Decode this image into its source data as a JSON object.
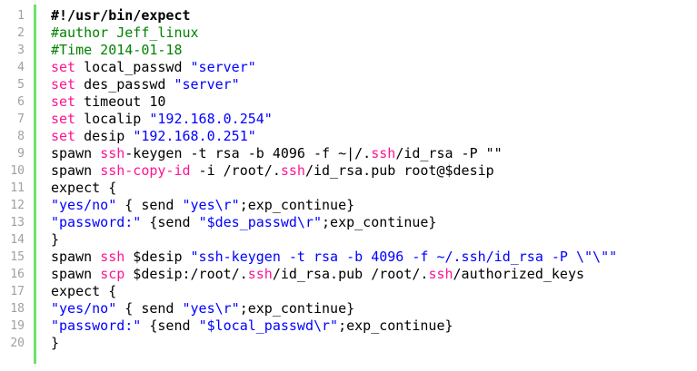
{
  "colors": {
    "comment": "#008200",
    "keyword": "#ff1493",
    "string": "#0000ff",
    "plain": "#000000",
    "line_number": "#a0a0a0",
    "gutter_bar": "#6ce26c"
  },
  "lines": [
    {
      "n": "1",
      "bold": true,
      "tokens": [
        {
          "t": "#!/usr/bin/expect",
          "c": "plain"
        }
      ]
    },
    {
      "n": "2",
      "tokens": [
        {
          "t": "#author Jeff_linux",
          "c": "comment"
        }
      ]
    },
    {
      "n": "3",
      "tokens": [
        {
          "t": "#Time 2014-01-18",
          "c": "comment"
        }
      ]
    },
    {
      "n": "4",
      "tokens": [
        {
          "t": "set",
          "c": "keyword"
        },
        {
          "t": " local_passwd ",
          "c": "plain"
        },
        {
          "t": "\"server\"",
          "c": "string"
        }
      ]
    },
    {
      "n": "5",
      "tokens": [
        {
          "t": "set",
          "c": "keyword"
        },
        {
          "t": " des_passwd ",
          "c": "plain"
        },
        {
          "t": "\"server\"",
          "c": "string"
        }
      ]
    },
    {
      "n": "6",
      "tokens": [
        {
          "t": "set",
          "c": "keyword"
        },
        {
          "t": " timeout 10",
          "c": "plain"
        }
      ]
    },
    {
      "n": "7",
      "tokens": [
        {
          "t": "set",
          "c": "keyword"
        },
        {
          "t": " localip ",
          "c": "plain"
        },
        {
          "t": "\"192.168.0.254\"",
          "c": "string"
        }
      ]
    },
    {
      "n": "8",
      "tokens": [
        {
          "t": "set",
          "c": "keyword"
        },
        {
          "t": " desip ",
          "c": "plain"
        },
        {
          "t": "\"192.168.0.251\"",
          "c": "string"
        }
      ]
    },
    {
      "n": "9",
      "tokens": [
        {
          "t": "spawn ",
          "c": "plain"
        },
        {
          "t": "ssh",
          "c": "keyword"
        },
        {
          "t": "-keygen -t rsa -b 4096 -f ~",
          "c": "plain"
        },
        {
          "t": "|",
          "c": "caret"
        },
        {
          "t": "/.",
          "c": "plain"
        },
        {
          "t": "ssh",
          "c": "keyword"
        },
        {
          "t": "/id_rsa -P \"\"",
          "c": "plain"
        }
      ]
    },
    {
      "n": "10",
      "tokens": [
        {
          "t": "spawn ",
          "c": "plain"
        },
        {
          "t": "ssh",
          "c": "keyword"
        },
        {
          "t": "-copy-id",
          "c": "keyword"
        },
        {
          "t": " -i /root/.",
          "c": "plain"
        },
        {
          "t": "ssh",
          "c": "keyword"
        },
        {
          "t": "/id_rsa.pub root@$desip",
          "c": "plain"
        }
      ]
    },
    {
      "n": "11",
      "tokens": [
        {
          "t": "expect {",
          "c": "plain"
        }
      ]
    },
    {
      "n": "12",
      "tokens": [
        {
          "t": "\"yes/no\"",
          "c": "string"
        },
        {
          "t": " { send ",
          "c": "plain"
        },
        {
          "t": "\"yes\\r\"",
          "c": "string"
        },
        {
          "t": ";exp_continue}",
          "c": "plain"
        }
      ]
    },
    {
      "n": "13",
      "tokens": [
        {
          "t": "\"password:\"",
          "c": "string"
        },
        {
          "t": " {send ",
          "c": "plain"
        },
        {
          "t": "\"$des_passwd\\r\"",
          "c": "string"
        },
        {
          "t": ";exp_continue}",
          "c": "plain"
        }
      ]
    },
    {
      "n": "14",
      "tokens": [
        {
          "t": "}",
          "c": "plain"
        }
      ]
    },
    {
      "n": "15",
      "tokens": [
        {
          "t": "spawn ",
          "c": "plain"
        },
        {
          "t": "ssh",
          "c": "keyword"
        },
        {
          "t": " $desip ",
          "c": "plain"
        },
        {
          "t": "\"ssh-keygen -t rsa -b 4096 -f ~/.ssh/id_rsa -P \\\"\\\"\"",
          "c": "string"
        }
      ]
    },
    {
      "n": "16",
      "tokens": [
        {
          "t": "spawn ",
          "c": "plain"
        },
        {
          "t": "scp",
          "c": "keyword"
        },
        {
          "t": " $desip:/root/.",
          "c": "plain"
        },
        {
          "t": "ssh",
          "c": "keyword"
        },
        {
          "t": "/id_rsa.pub /root/.",
          "c": "plain"
        },
        {
          "t": "ssh",
          "c": "keyword"
        },
        {
          "t": "/authorized_keys",
          "c": "plain"
        }
      ]
    },
    {
      "n": "17",
      "tokens": [
        {
          "t": "expect {",
          "c": "plain"
        }
      ]
    },
    {
      "n": "18",
      "tokens": [
        {
          "t": "\"yes/no\"",
          "c": "string"
        },
        {
          "t": " { send ",
          "c": "plain"
        },
        {
          "t": "\"yes\\r\"",
          "c": "string"
        },
        {
          "t": ";exp_continue}",
          "c": "plain"
        }
      ]
    },
    {
      "n": "19",
      "tokens": [
        {
          "t": "\"password:\"",
          "c": "string"
        },
        {
          "t": " {send ",
          "c": "plain"
        },
        {
          "t": "\"$local_passwd\\r\"",
          "c": "string"
        },
        {
          "t": ";exp_continue}",
          "c": "plain"
        }
      ]
    },
    {
      "n": "20",
      "tokens": [
        {
          "t": "}",
          "c": "plain"
        }
      ]
    }
  ]
}
